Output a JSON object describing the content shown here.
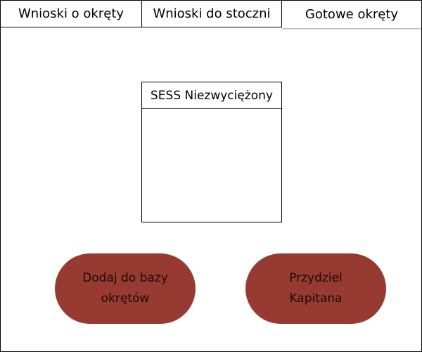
{
  "tabs": [
    {
      "label": "Wnioski o okręty"
    },
    {
      "label": "Wnioski do stoczni"
    },
    {
      "label": "Gotowe okręty"
    }
  ],
  "ship_card": {
    "name": "SESS Niezwyciężony"
  },
  "actions": {
    "add_to_db_line1": "Dodaj do bazy",
    "add_to_db_line2": "okrętów",
    "assign_captain_line1": "Przydziel",
    "assign_captain_line2": "Kapitana"
  },
  "colors": {
    "button_accent": "#973a31"
  }
}
